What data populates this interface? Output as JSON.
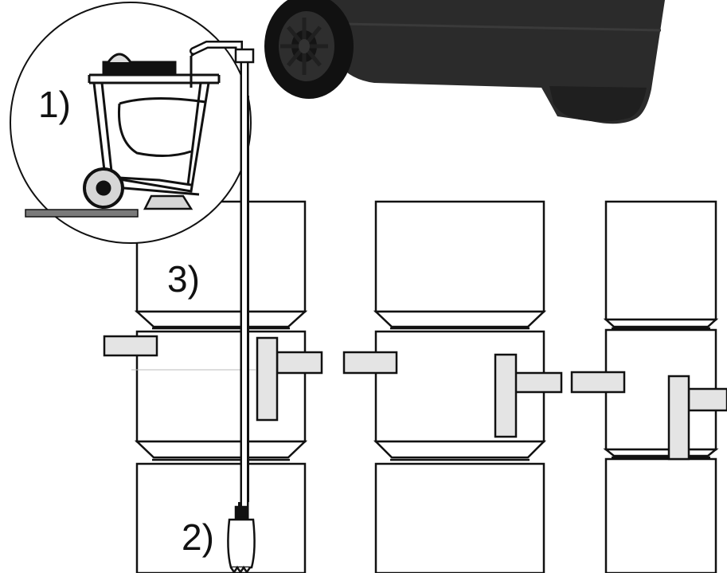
{
  "labels": {
    "step1": "1)",
    "step2": "2)",
    "step3": "3)"
  },
  "colors": {
    "outline": "#111111",
    "pipe_fill": "#e4e4e4",
    "bin_body": "#2b2b2b",
    "bin_shade": "#1a1a1a",
    "ground": "#7a7a7a"
  },
  "icons": {
    "bin": "wheelie-bin",
    "pump": "submersible-pump",
    "cart": "pump-cart"
  }
}
